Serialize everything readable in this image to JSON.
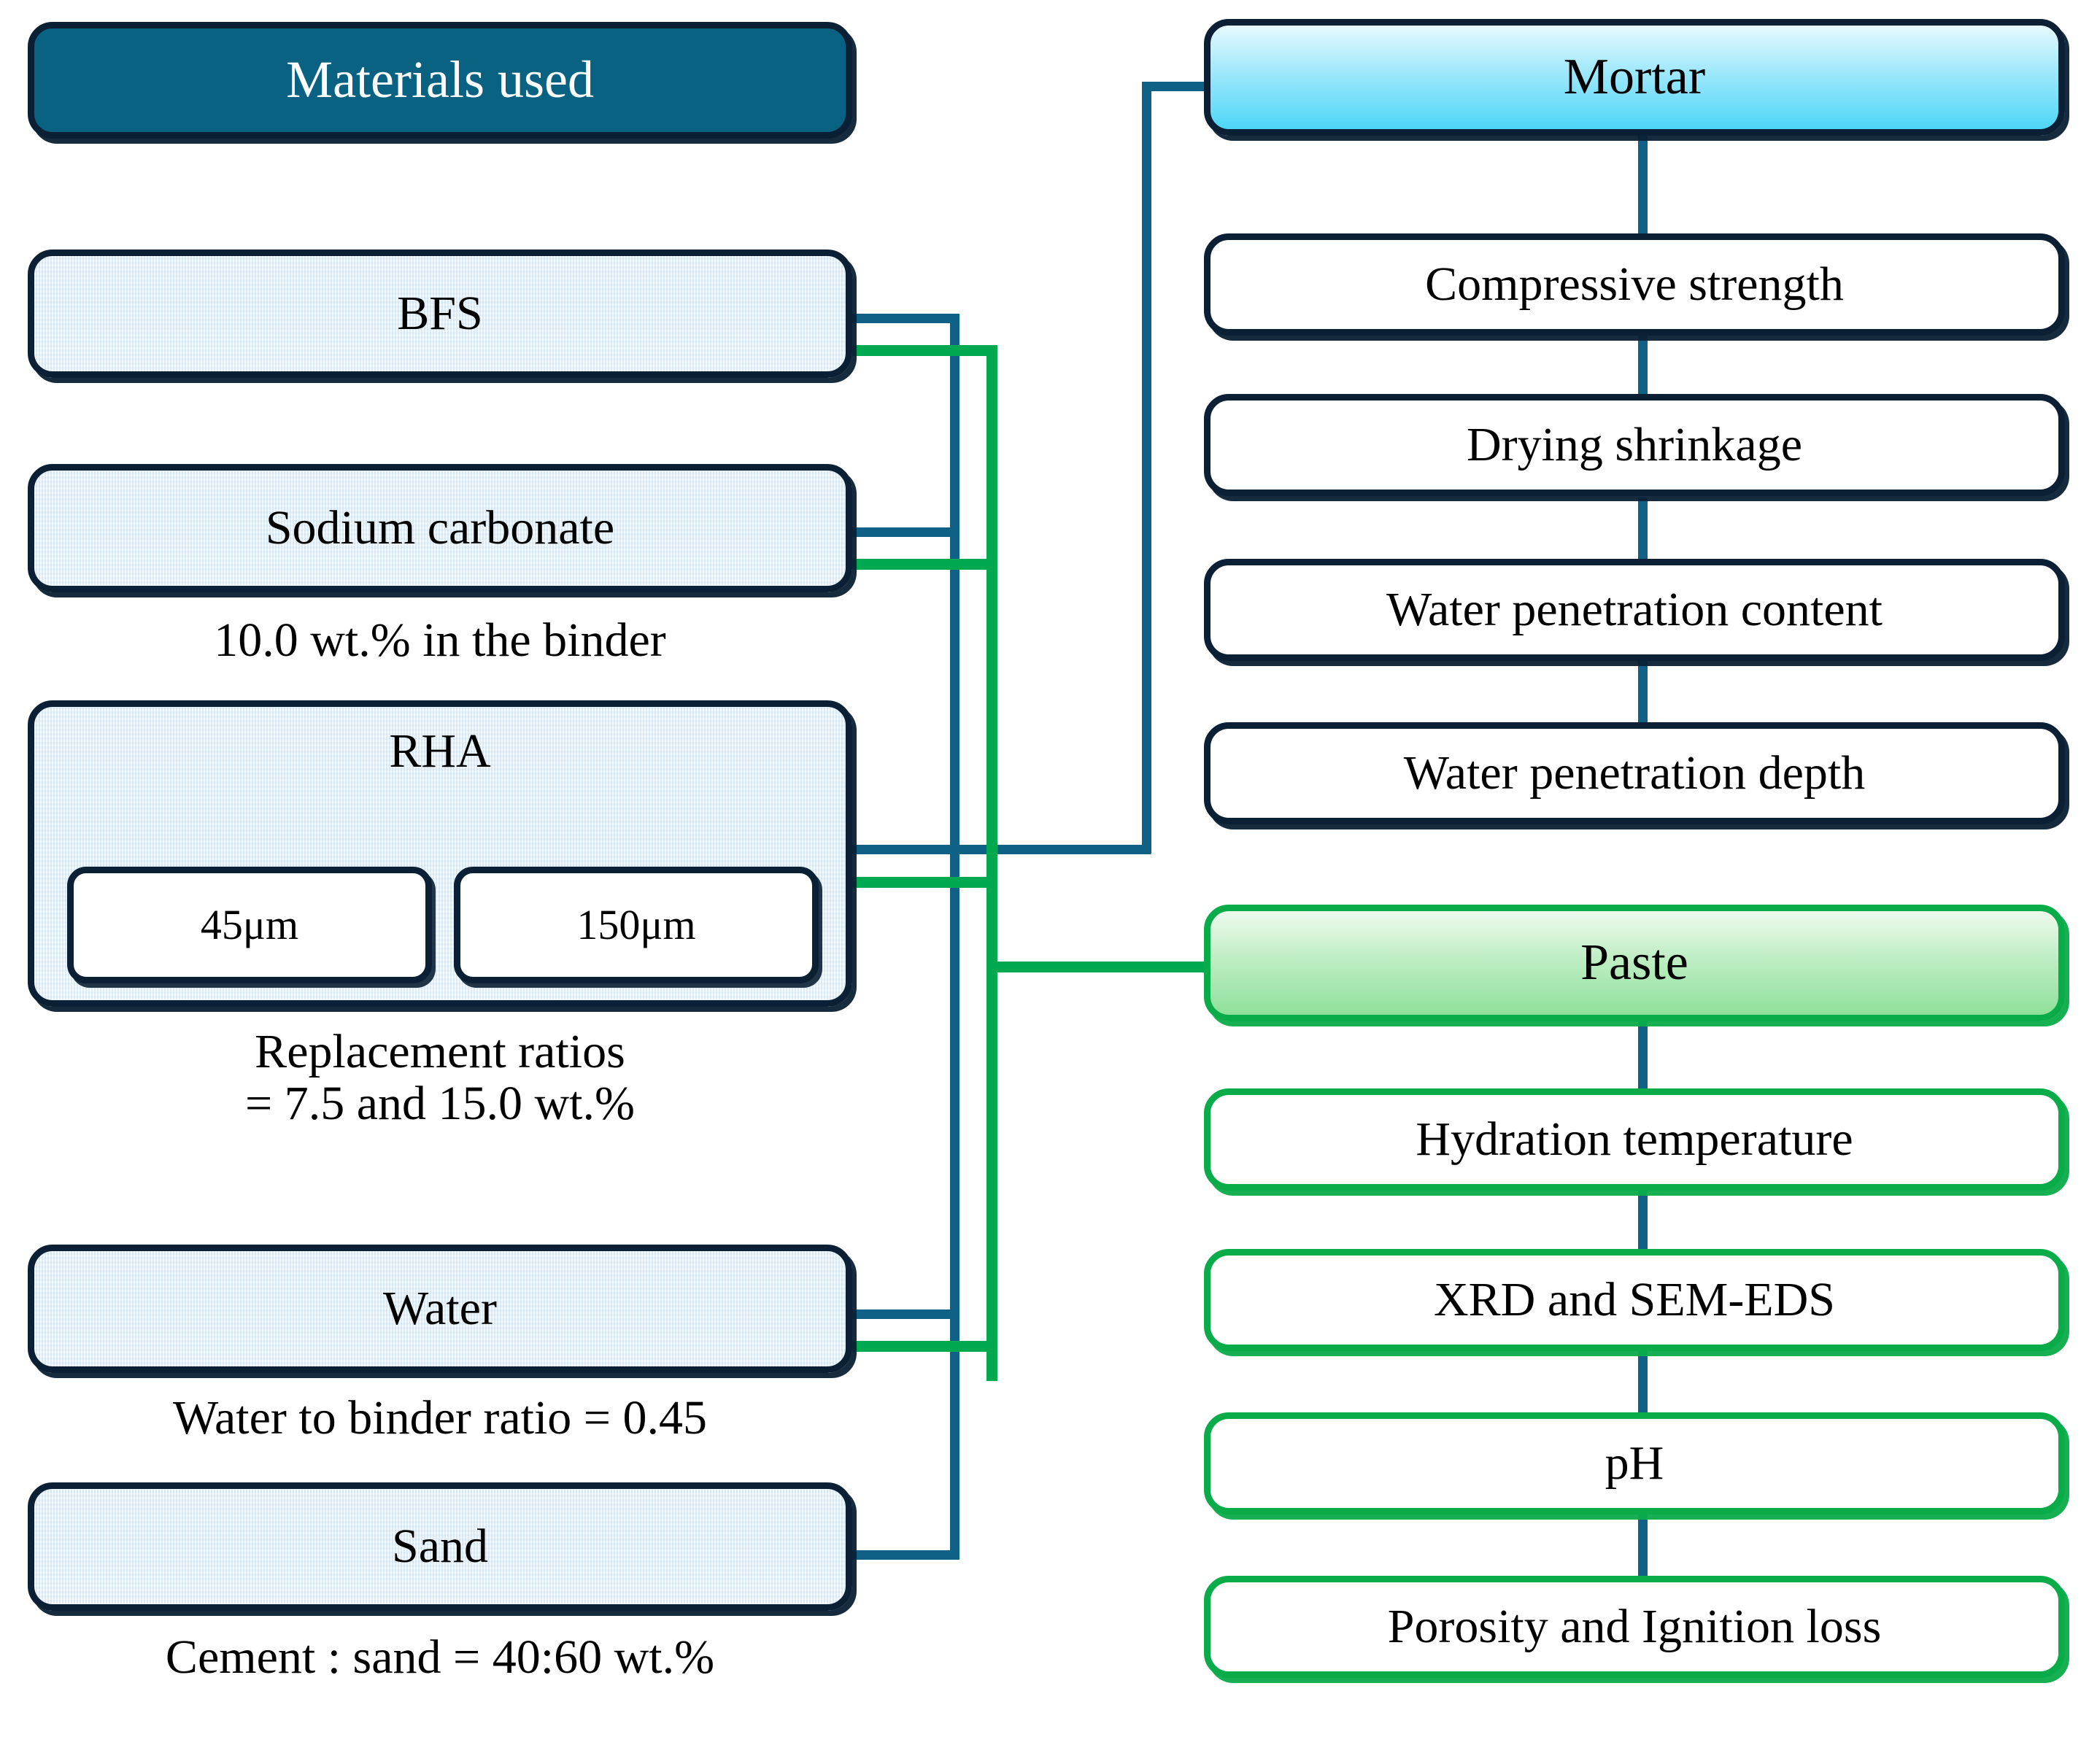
{
  "colors": {
    "header_fill": "#0a6283",
    "node_border_navy": "#0b2034",
    "node_border_green": "#0aac4a",
    "connector_teal": "#0f6285",
    "connector_green": "#00a94f",
    "mortar_gradient_end": "#4ed6f7",
    "paste_gradient_end": "#8fe09a",
    "material_fill": "#e4f0f8"
  },
  "left_column": {
    "header": "Materials used",
    "materials": [
      {
        "id": "bfs",
        "label": "BFS",
        "caption": ""
      },
      {
        "id": "sodium-carbonate",
        "label": "Sodium carbonate",
        "caption": "10.0 wt.% in the binder"
      },
      {
        "id": "rha",
        "label": "RHA",
        "caption": "Replacement ratios\n= 7.5 and 15.0 wt.%",
        "subitems": [
          {
            "id": "rha-45",
            "label": "45μm"
          },
          {
            "id": "rha-150",
            "label": "150μm"
          }
        ]
      },
      {
        "id": "water",
        "label": "Water",
        "caption": "Water to binder ratio = 0.45"
      },
      {
        "id": "sand",
        "label": "Sand",
        "caption": "Cement : sand = 40:60 wt.%"
      }
    ]
  },
  "right_column": {
    "groups": [
      {
        "id": "mortar",
        "header": "Mortar",
        "style": "navy",
        "tests": [
          "Compressive strength",
          "Drying shrinkage",
          "Water penetration content",
          "Water penetration depth"
        ]
      },
      {
        "id": "paste",
        "header": "Paste",
        "style": "green",
        "tests": [
          "Hydration temperature",
          "XRD and SEM-EDS",
          "pH",
          "Porosity and Ignition loss"
        ]
      }
    ]
  }
}
